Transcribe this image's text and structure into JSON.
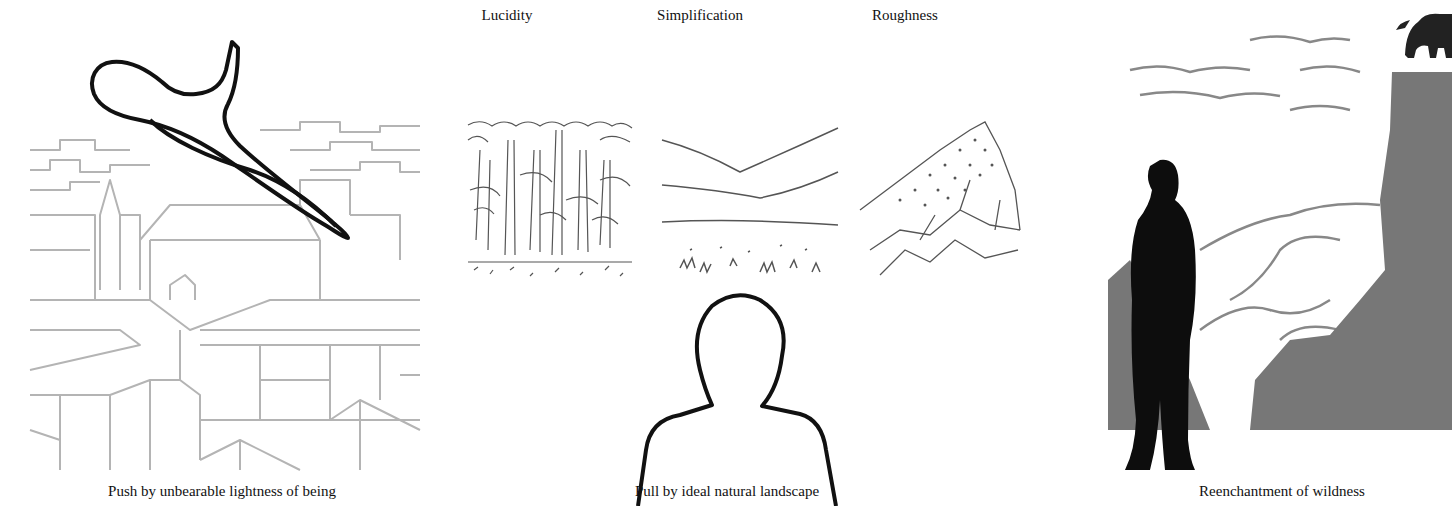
{
  "diagram": {
    "labels": [
      "Lucidity",
      "Simplification",
      "Roughness",
      "Push by unbearable lightness of being",
      "Pull by ideal natural landscape",
      "Reenchantment of wildness"
    ]
  }
}
